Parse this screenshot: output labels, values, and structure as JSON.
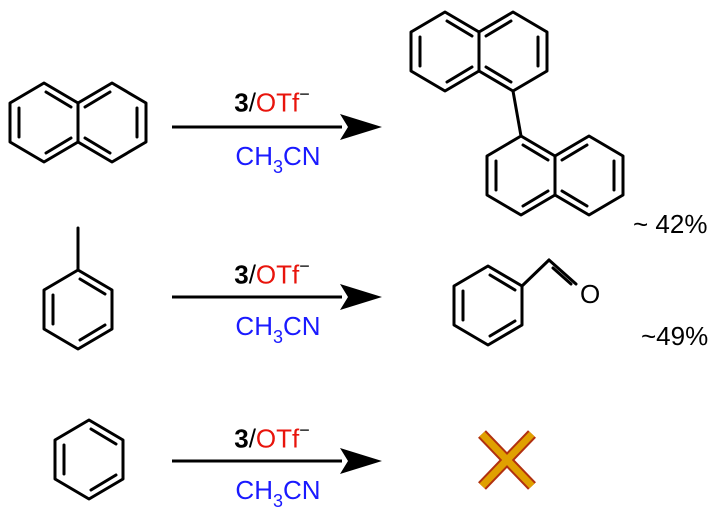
{
  "reactions": [
    {
      "substrate": "naphthalene",
      "reagent": {
        "number": "3",
        "slash": "/",
        "anion": "OTf",
        "charge": "−"
      },
      "solvent": {
        "pre": "CH",
        "sub": "3",
        "post": "CN"
      },
      "product": "1,1'-binaphthyl",
      "yield": "~ 42%"
    },
    {
      "substrate": "toluene",
      "reagent": {
        "number": "3",
        "slash": "/",
        "anion": "OTf",
        "charge": "−"
      },
      "solvent": {
        "pre": "CH",
        "sub": "3",
        "post": "CN"
      },
      "product": "benzaldehyde",
      "product_atom_label": "O",
      "yield": "~49%"
    },
    {
      "substrate": "benzene",
      "reagent": {
        "number": "3",
        "slash": "/",
        "anion": "OTf",
        "charge": "−"
      },
      "solvent": {
        "pre": "CH",
        "sub": "3",
        "post": "CN"
      },
      "product": "no reaction",
      "no_reaction_icon": "cross-icon"
    }
  ],
  "colors": {
    "bond": "#000000",
    "anion": "#e8140c",
    "solvent": "#1a1aff",
    "cross_fill": "#e0a000",
    "cross_outline": "#b03010"
  }
}
